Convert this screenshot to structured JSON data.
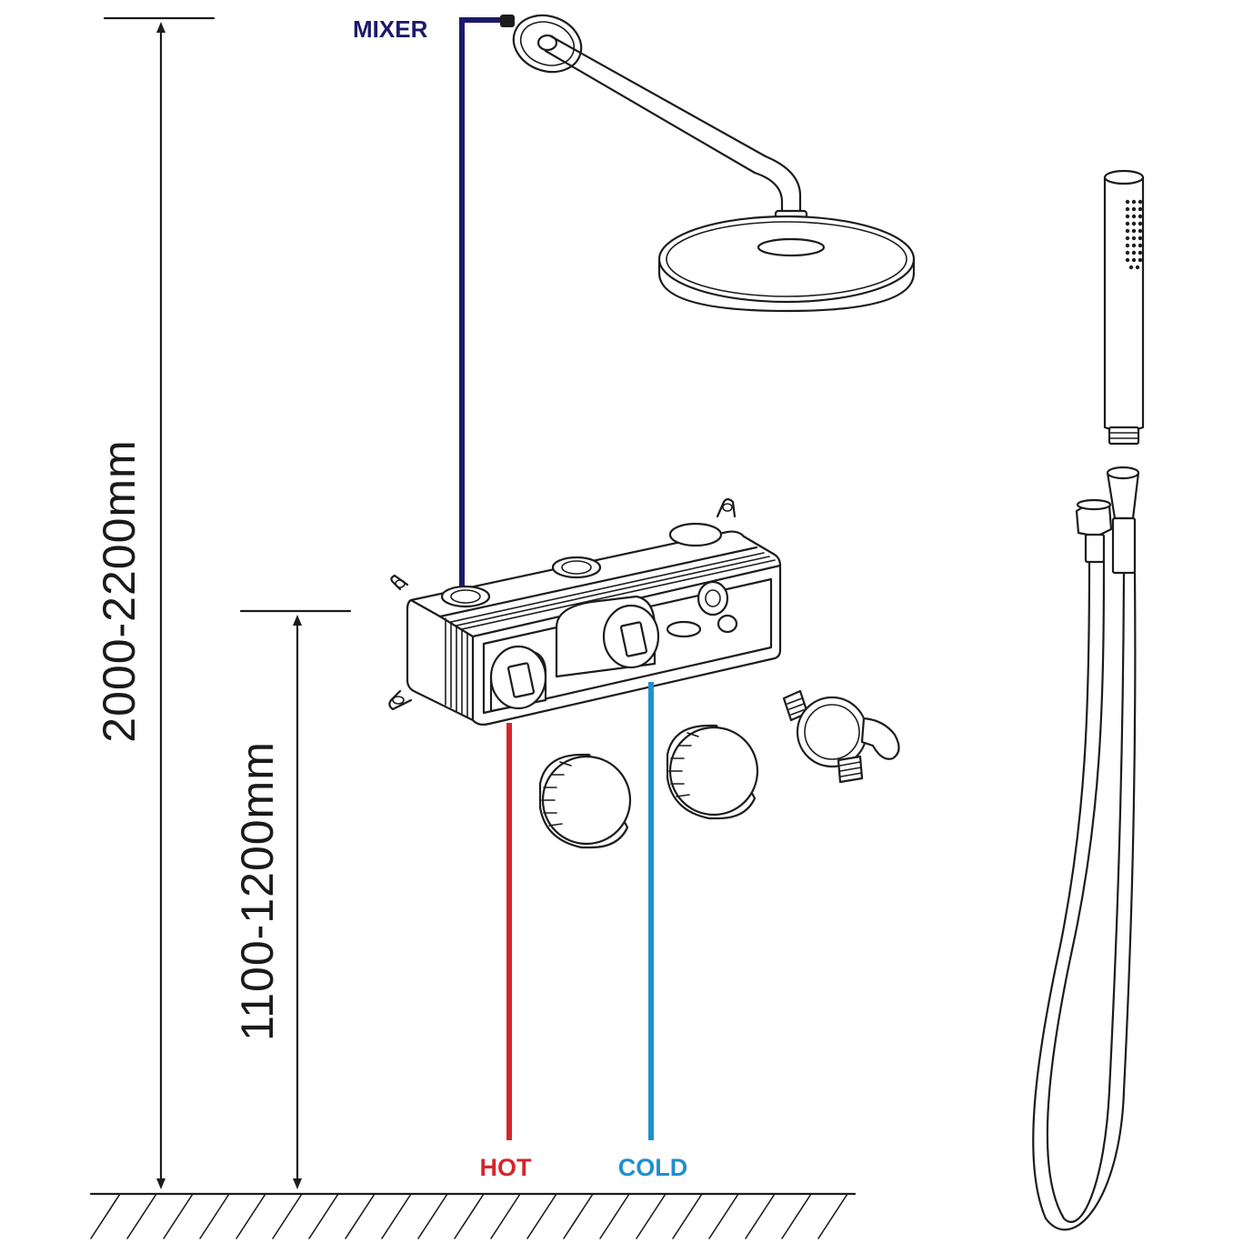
{
  "labels": {
    "mixer": "MIXER",
    "hot": "HOT",
    "cold": "COLD"
  },
  "dimensions": {
    "total_height": "2000-2200mm",
    "valve_height": "1100-1200mm"
  },
  "colors": {
    "mixer_pipe": "#1c1a6b",
    "hot_pipe": "#d4262b",
    "cold_pipe": "#1f8fcf",
    "line": "#1c1c1c"
  }
}
